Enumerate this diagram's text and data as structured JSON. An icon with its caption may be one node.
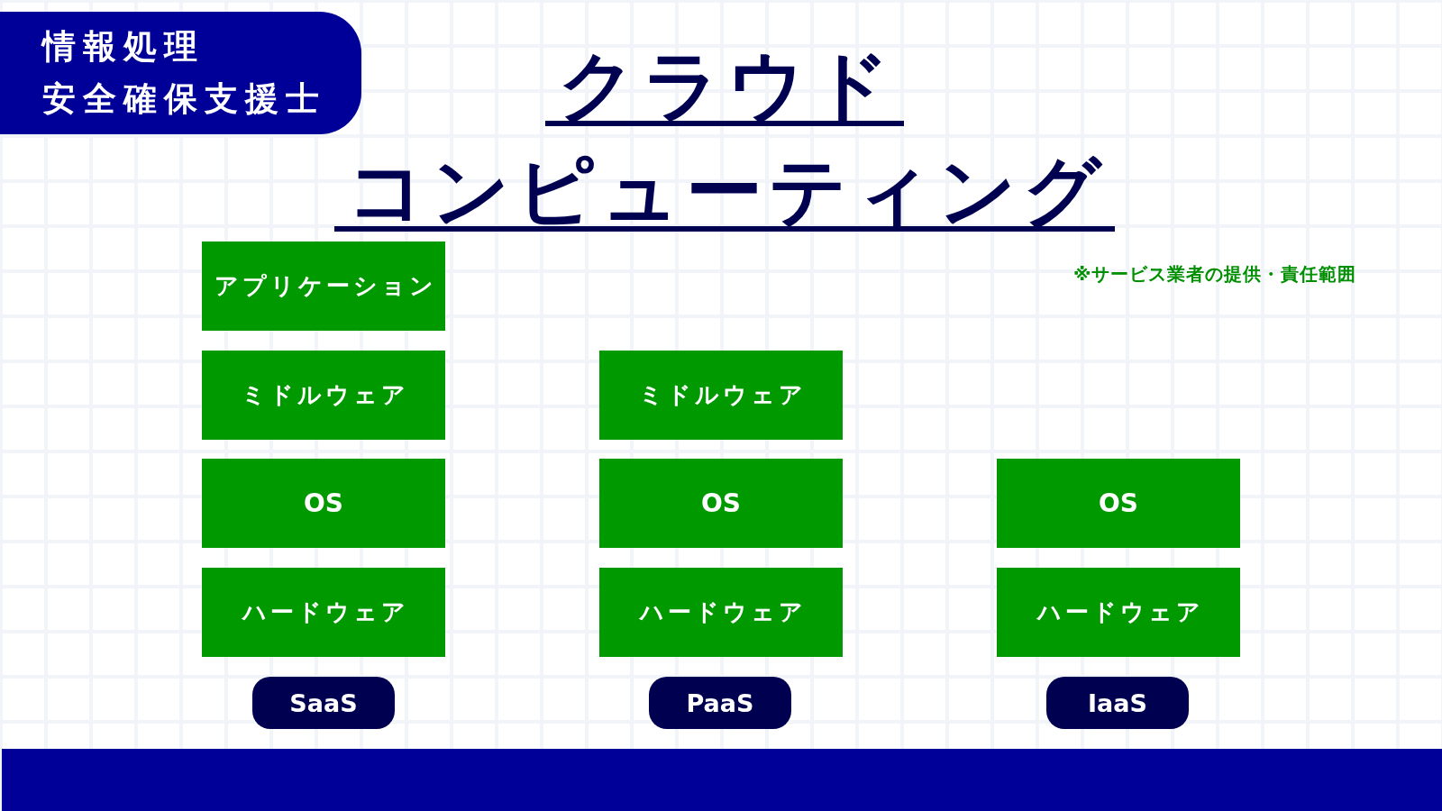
{
  "diagram": {
    "title": "クラウドコンピューティング",
    "nodes": [
      {
        "text": [
          "情報処理安全確保支援士"
        ]
      },
      {
        "text": [
          "アプリケーション"
        ]
      },
      {
        "text": [
          "ミドルウェア"
        ]
      },
      {
        "text": [
          "ミドルウェア"
        ]
      },
      {
        "text": [
          "OS"
        ]
      },
      {
        "text": [
          "OS"
        ]
      },
      {
        "text": [
          "OS"
        ]
      },
      {
        "text": [
          "ハードウェア"
        ]
      },
      {
        "text": [
          "ハードウェア"
        ]
      },
      {
        "text": [
          "ハードウェア"
        ]
      },
      {
        "text": [
          "SaaS"
        ]
      },
      {
        "text": [
          "PaaS"
        ]
      },
      {
        "text": [
          "IaaS"
        ]
      }
    ],
    "labels": [
      "※サービス業者の提供・責任範囲"
    ]
  }
}
